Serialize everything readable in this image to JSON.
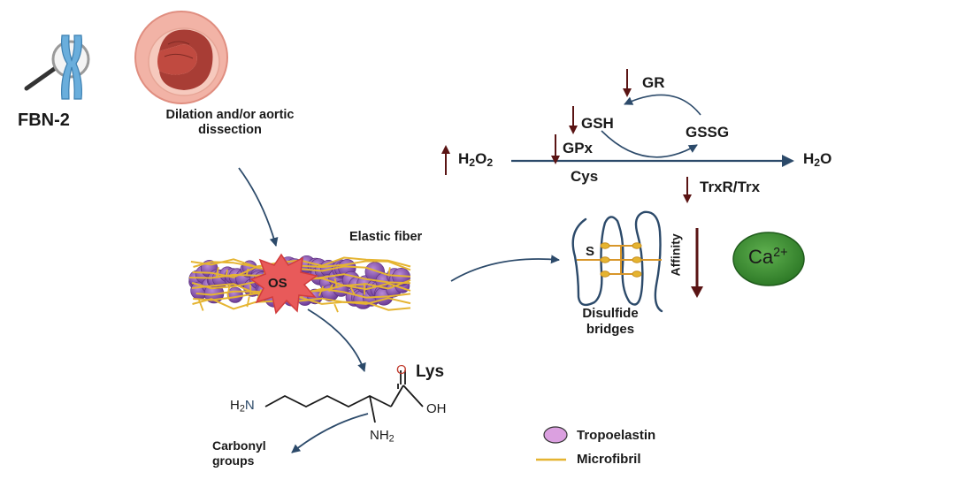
{
  "labels": {
    "fbn2": "FBN-2",
    "dilation_line1": "Dilation and/or aortic",
    "dilation_line2": "dissection",
    "elastic_fiber": "Elastic fiber",
    "os": "OS",
    "lys": "Lys",
    "carbonyl_line1": "Carbonyl",
    "carbonyl_line2": "groups",
    "gr": "GR",
    "gsh": "GSH",
    "gssg": "GSSG",
    "gpx": "GPx",
    "h2o2_main": "H",
    "h2o2_sub1": "2",
    "h2o2_mid": "O",
    "h2o2_sub2": "2",
    "h2o_main": "H",
    "h2o_sub": "2",
    "h2o_end": "O",
    "cys": "Cys",
    "trxr": "TrxR/Trx",
    "affinity": "Affinity",
    "s": "S",
    "disulfide_line1": "Disulfide",
    "disulfide_line2": "bridges",
    "ca_main": "Ca",
    "ca_sup": "2+"
  },
  "molecule": {
    "o": "O",
    "oh": "OH",
    "h2n_h": "H",
    "h2n_sub": "2",
    "h2n_n": "N",
    "nh2_n": "NH",
    "nh2_sub": "2"
  },
  "legend": {
    "tropoelastin": "Tropoelastin",
    "microfibril": "Microfibril"
  },
  "colors": {
    "down_arrow": "#5a1414",
    "pathway_arrow": "#2c4a6a",
    "tropoelastin": "#8a52b0",
    "tropoelastin_legend": "#dba0e0",
    "microfibril": "#e5b431",
    "os_burst": "#e85a5a",
    "calcium": "#3d8c33",
    "vessel_outer": "#f2b3a6",
    "vessel_lumen": "#a83d35",
    "chromosome": "#6aaedc"
  },
  "icons": {
    "chromosome": "chromosome-magnifier-icon",
    "aorta": "aortic-cross-section-icon",
    "fiber": "elastic-fiber-icon",
    "protein": "disulfide-protein-icon",
    "calcium": "calcium-ion-icon"
  }
}
